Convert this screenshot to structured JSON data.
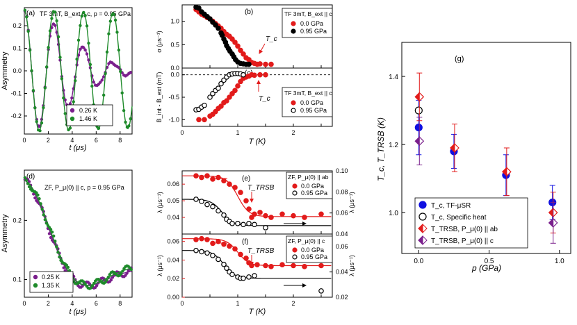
{
  "colors": {
    "purple": "#7a1f8c",
    "green": "#1e8a2a",
    "red": "#e21b1b",
    "blue": "#1010e0",
    "black": "#000000"
  },
  "chart_data": [
    {
      "id": "a",
      "type": "line",
      "panel_label": "(a)",
      "annotation": "TF 3mT, B_ext || c, p = 0.95 GPa",
      "xlabel": "t (μs)",
      "ylabel": "Asymmetry",
      "xlim": [
        0,
        9
      ],
      "ylim": [
        -0.28,
        0.28
      ],
      "xticks": [
        "0",
        "2",
        "4",
        "6",
        "8"
      ],
      "yticks": [
        "-0.2",
        "-0.1",
        "0.0",
        "0.1",
        "0.2"
      ],
      "legend": [
        "0.26 K",
        "1.46 K"
      ],
      "series": [
        {
          "name": "0.26 K",
          "color": "purple",
          "params": {
            "a0": 0.265,
            "sigma": 0.27,
            "f": 0.405,
            "offset": 0.0
          }
        },
        {
          "name": "1.46 K",
          "color": "green",
          "params": {
            "a0": 0.265,
            "sigma": 0.03,
            "f": 0.405,
            "offset": 0.0
          }
        }
      ]
    },
    {
      "id": "b",
      "type": "scatter",
      "panel_label": "(b)",
      "legend_title": "TF 3mT, B_ext || c",
      "ylabel": "σ (μs⁻¹)",
      "xlim": [
        0,
        2.7
      ],
      "ylim": [
        0,
        1.35
      ],
      "xticks": [
        "0",
        "1",
        "2"
      ],
      "yticks": [
        "0.0",
        "0.5",
        "1.0"
      ],
      "annotation": "T_c",
      "legend": [
        "0.0 GPa",
        "0.95 GPa"
      ],
      "series": [
        {
          "name": "0.0 GPa",
          "color": "red",
          "x": [
            0.25,
            0.3,
            0.35,
            0.4,
            0.45,
            0.5,
            0.55,
            0.6,
            0.65,
            0.7,
            0.75,
            0.8,
            0.85,
            0.9,
            0.95,
            1.0,
            1.05,
            1.1,
            1.15,
            1.2,
            1.25,
            1.3,
            1.35,
            1.4,
            1.5,
            1.6
          ],
          "y": [
            1.25,
            1.2,
            1.15,
            1.12,
            1.08,
            1.05,
            1.0,
            0.95,
            0.9,
            0.85,
            0.78,
            0.72,
            0.68,
            0.62,
            0.55,
            0.47,
            0.38,
            0.3,
            0.22,
            0.18,
            0.12,
            0.1,
            0.08,
            0.09,
            0.08,
            0.08
          ]
        },
        {
          "name": "0.95 GPa",
          "color": "black",
          "x": [
            0.25,
            0.3,
            0.35,
            0.4,
            0.45,
            0.5,
            0.55,
            0.6,
            0.65,
            0.7,
            0.72,
            0.75,
            0.78,
            0.8,
            0.83,
            0.86,
            0.9,
            0.93,
            0.96,
            1.0,
            1.05,
            1.1,
            1.15,
            1.2
          ],
          "y": [
            1.3,
            1.28,
            1.2,
            1.15,
            1.1,
            1.05,
            0.98,
            0.92,
            0.85,
            0.75,
            0.7,
            0.62,
            0.55,
            0.48,
            0.42,
            0.36,
            0.3,
            0.24,
            0.18,
            0.13,
            0.1,
            0.09,
            0.08,
            0.08
          ]
        }
      ]
    },
    {
      "id": "c",
      "type": "scatter",
      "panel_label": "(c)",
      "legend_title": "TF 3mT, B_ext || c",
      "xlabel": "T (K)",
      "ylabel": "B_int - B_ext (mT)",
      "xlim": [
        0,
        2.7
      ],
      "ylim": [
        -1.15,
        0.15
      ],
      "xticks": [
        "0",
        "1",
        "2"
      ],
      "yticks": [
        "-1.0",
        "-0.5",
        "0.0"
      ],
      "annotation": "T_c",
      "legend": [
        "0.0 GPa",
        "0.95 GPa"
      ],
      "series": [
        {
          "name": "0.0 GPa",
          "color": "red",
          "x": [
            0.3,
            0.4,
            0.5,
            0.55,
            0.6,
            0.65,
            0.7,
            0.75,
            0.8,
            0.85,
            0.9,
            0.95,
            1.0,
            1.05,
            1.1,
            1.15,
            1.2,
            1.25,
            1.3,
            1.4,
            1.5
          ],
          "y": [
            -1.0,
            -1.0,
            -0.92,
            -0.88,
            -0.82,
            -0.75,
            -0.7,
            -0.62,
            -0.58,
            -0.5,
            -0.42,
            -0.35,
            -0.25,
            -0.15,
            -0.08,
            -0.05,
            -0.03,
            0.0,
            -0.01,
            0.0,
            0.0
          ]
        },
        {
          "name": "0.95 GPa",
          "color": "black",
          "x": [
            0.25,
            0.3,
            0.35,
            0.4,
            0.5,
            0.55,
            0.6,
            0.65,
            0.7,
            0.75,
            0.8,
            0.85,
            0.9,
            0.95,
            1.0,
            1.05,
            1.1
          ],
          "y": [
            -0.78,
            -0.77,
            -0.72,
            -0.68,
            -0.5,
            -0.42,
            -0.35,
            -0.3,
            -0.2,
            -0.12,
            -0.05,
            0.0,
            0.02,
            0.03,
            0.03,
            0.02,
            0.0
          ]
        }
      ]
    },
    {
      "id": "d",
      "type": "line",
      "panel_label": "(d)",
      "annotation": "ZF, P_μ(0) || c, p = 0.95 GPa",
      "xlabel": "t (μs)",
      "ylabel": "Asymmetry",
      "xlim": [
        0,
        9
      ],
      "ylim": [
        0.07,
        0.285
      ],
      "xticks": [
        "0",
        "2",
        "4",
        "6",
        "8"
      ],
      "yticks": [
        "0.1",
        "0.2"
      ],
      "legend": [
        "0.25 K",
        "1.35 K"
      ],
      "series": [
        {
          "name": "0.25 K",
          "color": "purple",
          "params": {
            "base": 0.085,
            "amp": 0.183,
            "delta": 0.33,
            "lambda": 0.06
          }
        },
        {
          "name": "1.35 K",
          "color": "green",
          "params": {
            "base": 0.085,
            "amp": 0.183,
            "delta": 0.33,
            "lambda": 0.04
          }
        }
      ]
    },
    {
      "id": "e",
      "type": "scatter",
      "panel_label": "(e)",
      "legend_title": "ZF, P_μ(0) || ab",
      "ylabel": "λ (μs⁻¹)",
      "ylabel_right": "λ (μs⁻¹)",
      "annotation": "T_TRSB",
      "xlim": [
        0,
        2.7
      ],
      "ylim": [
        0.03,
        0.068
      ],
      "ylim_right": [
        0.04,
        0.1
      ],
      "yticks": [
        "0.04",
        "0.05",
        "0.06"
      ],
      "yticks_right": [
        "0.04",
        "0.06",
        "0.08",
        "0.10"
      ],
      "legend": [
        "0.0 GPa",
        "0.95 GPa"
      ],
      "series": [
        {
          "name": "0.0 GPa",
          "color": "red",
          "axis": "left",
          "x": [
            0.25,
            0.35,
            0.45,
            0.55,
            0.65,
            0.75,
            0.85,
            0.95,
            1.05,
            1.15,
            1.2,
            1.25,
            1.3,
            1.4,
            1.5,
            1.6,
            1.8,
            2.0,
            2.2,
            2.5
          ],
          "y": [
            0.065,
            0.064,
            0.065,
            0.063,
            0.064,
            0.062,
            0.06,
            0.058,
            0.055,
            0.05,
            0.045,
            0.04,
            0.042,
            0.043,
            0.041,
            0.04,
            0.042,
            0.041,
            0.04,
            0.042
          ]
        },
        {
          "name": "0.95 GPa",
          "color": "black",
          "axis": "right",
          "x": [
            0.25,
            0.35,
            0.45,
            0.55,
            0.65,
            0.75,
            0.8,
            0.85,
            0.9,
            1.0,
            1.1,
            1.2,
            1.3,
            1.5
          ],
          "y": [
            0.073,
            0.071,
            0.068,
            0.066,
            0.062,
            0.058,
            0.054,
            0.052,
            0.05,
            0.05,
            0.049,
            0.05,
            0.049,
            0.046
          ]
        }
      ]
    },
    {
      "id": "f",
      "type": "scatter",
      "panel_label": "(f)",
      "legend_title": "ZF, P_μ(0) || c",
      "xlabel": "T (K)",
      "ylabel": "λ (μs⁻¹)",
      "ylabel_right": "λ (μs⁻¹)",
      "annotation": "T_TRSB",
      "xlim": [
        0,
        2.7
      ],
      "ylim": [
        0,
        0.068
      ],
      "ylim_right": [
        0.02,
        0.07
      ],
      "xticks": [
        "0",
        "1",
        "2"
      ],
      "yticks": [
        "0.00",
        "0.02",
        "0.04",
        "0.06"
      ],
      "yticks_right": [
        "0.02",
        "0.04",
        "0.06"
      ],
      "legend": [
        "0.0 GPa",
        "0.95 GPa"
      ],
      "series": [
        {
          "name": "0.0 GPa",
          "color": "red",
          "axis": "left",
          "x": [
            0.25,
            0.35,
            0.45,
            0.55,
            0.65,
            0.75,
            0.85,
            0.95,
            1.05,
            1.15,
            1.2,
            1.25,
            1.35,
            1.5,
            1.6,
            1.8,
            2.0,
            2.2,
            2.5
          ],
          "y": [
            0.062,
            0.063,
            0.062,
            0.058,
            0.06,
            0.057,
            0.055,
            0.052,
            0.046,
            0.042,
            0.037,
            0.034,
            0.035,
            0.034,
            0.033,
            0.035,
            0.034,
            0.033,
            0.034
          ]
        },
        {
          "name": "0.95 GPa",
          "color": "black",
          "axis": "right",
          "x": [
            0.25,
            0.35,
            0.45,
            0.55,
            0.65,
            0.75,
            0.8,
            0.85,
            0.9,
            1.0,
            1.05,
            1.1,
            1.2,
            1.3,
            2.5
          ],
          "y": [
            0.057,
            0.056,
            0.055,
            0.053,
            0.05,
            0.046,
            0.043,
            0.04,
            0.038,
            0.036,
            0.035,
            0.035,
            0.036,
            0.037,
            0.025
          ]
        }
      ]
    },
    {
      "id": "g",
      "type": "scatter",
      "panel_label": "(g)",
      "xlabel": "p (GPa)",
      "ylabel": "T_c, T_TRSB (K)",
      "xlim": [
        -0.12,
        1.08
      ],
      "ylim": [
        0.88,
        1.5
      ],
      "xticks": [
        "0.0",
        "0.5",
        "1.0"
      ],
      "yticks": [
        "1.0",
        "1.2",
        "1.4"
      ],
      "legend": [
        "T_c, TF-μSR",
        "T_c, Specific heat",
        "T_TRSB, P_μ(0) || ab",
        "T_TRSB, P_μ(0) || c"
      ],
      "series": [
        {
          "name": "T_c, TF-μSR",
          "color": "blue",
          "x": [
            0.0,
            0.25,
            0.62,
            0.95
          ],
          "y": [
            1.25,
            1.18,
            1.11,
            1.03
          ],
          "err": [
            0.08,
            0.05,
            0.06,
            0.05
          ]
        },
        {
          "name": "T_c, Specific heat",
          "color": "black",
          "x": [
            0.0
          ],
          "y": [
            1.3
          ],
          "err": [
            0
          ]
        },
        {
          "name": "T_TRSB, P_μ(0) || ab",
          "color": "red",
          "x": [
            0.0,
            0.25,
            0.62,
            0.95
          ],
          "y": [
            1.34,
            1.19,
            1.12,
            1.0
          ],
          "err": [
            0.07,
            0.07,
            0.07,
            0.06
          ]
        },
        {
          "name": "T_TRSB, P_μ(0) || c",
          "color": "purple",
          "x": [
            0.0,
            0.95
          ],
          "y": [
            1.21,
            0.97
          ],
          "err": [
            0.07,
            0.06
          ]
        }
      ]
    }
  ]
}
